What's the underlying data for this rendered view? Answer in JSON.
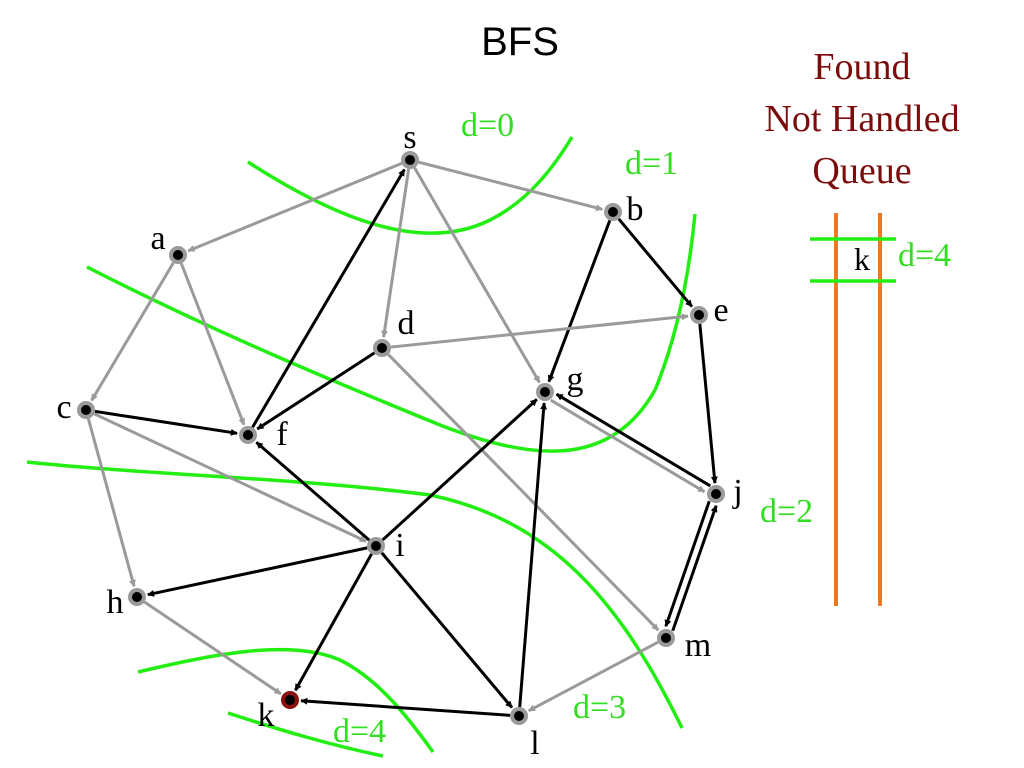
{
  "title": "BFS",
  "legend": {
    "line1": "Found",
    "line2": "Not Handled",
    "line3": "Queue"
  },
  "queue": {
    "items": [
      "k"
    ],
    "label": "d=4"
  },
  "colors": {
    "gray_edge": "#9a9a9a",
    "black_edge": "#000000",
    "frontier": "#22ee11",
    "frontier_text": "#33dd22",
    "queue_bar": "#ee7722",
    "legend_text": "#7a0c0c",
    "current_node": "#8b1010"
  },
  "levels": {
    "d0": "d=0",
    "d1": "d=1",
    "d2": "d=2",
    "d3": "d=3",
    "d4": "d=4"
  },
  "nodes": [
    {
      "id": "s",
      "label": "s"
    },
    {
      "id": "a",
      "label": "a"
    },
    {
      "id": "b",
      "label": "b"
    },
    {
      "id": "c",
      "label": "c"
    },
    {
      "id": "d",
      "label": "d"
    },
    {
      "id": "e",
      "label": "e"
    },
    {
      "id": "f",
      "label": "f"
    },
    {
      "id": "g",
      "label": "g"
    },
    {
      "id": "h",
      "label": "h"
    },
    {
      "id": "i",
      "label": "i"
    },
    {
      "id": "j",
      "label": "j"
    },
    {
      "id": "k",
      "label": "k",
      "current": true
    },
    {
      "id": "l",
      "label": "l"
    },
    {
      "id": "m",
      "label": "m"
    }
  ],
  "edges": [
    {
      "from": "s",
      "to": "a",
      "color": "gray"
    },
    {
      "from": "s",
      "to": "b",
      "color": "gray"
    },
    {
      "from": "s",
      "to": "d",
      "color": "gray"
    },
    {
      "from": "s",
      "to": "g",
      "color": "gray"
    },
    {
      "from": "a",
      "to": "c",
      "color": "gray"
    },
    {
      "from": "a",
      "to": "f",
      "color": "gray"
    },
    {
      "from": "b",
      "to": "e",
      "color": "black"
    },
    {
      "from": "b",
      "to": "g",
      "color": "black"
    },
    {
      "from": "d",
      "to": "e",
      "color": "gray"
    },
    {
      "from": "d",
      "to": "m",
      "color": "gray"
    },
    {
      "from": "d",
      "to": "f",
      "color": "black"
    },
    {
      "from": "f",
      "to": "s",
      "color": "black"
    },
    {
      "from": "c",
      "to": "f",
      "color": "black"
    },
    {
      "from": "c",
      "to": "i",
      "color": "gray"
    },
    {
      "from": "c",
      "to": "h",
      "color": "gray"
    },
    {
      "from": "e",
      "to": "j",
      "color": "black"
    },
    {
      "from": "g",
      "to": "j",
      "color": "gray",
      "offset": 1
    },
    {
      "from": "j",
      "to": "g",
      "color": "black",
      "offset": 1
    },
    {
      "from": "i",
      "to": "f",
      "color": "black"
    },
    {
      "from": "i",
      "to": "g",
      "color": "black"
    },
    {
      "from": "i",
      "to": "h",
      "color": "black"
    },
    {
      "from": "i",
      "to": "k",
      "color": "black"
    },
    {
      "from": "i",
      "to": "l",
      "color": "black"
    },
    {
      "from": "l",
      "to": "g",
      "color": "black"
    },
    {
      "from": "l",
      "to": "k",
      "color": "black"
    },
    {
      "from": "h",
      "to": "k",
      "color": "gray"
    },
    {
      "from": "m",
      "to": "l",
      "color": "gray"
    },
    {
      "from": "j",
      "to": "m",
      "color": "black",
      "offset": 1
    },
    {
      "from": "m",
      "to": "j",
      "color": "black",
      "offset": 1
    }
  ]
}
